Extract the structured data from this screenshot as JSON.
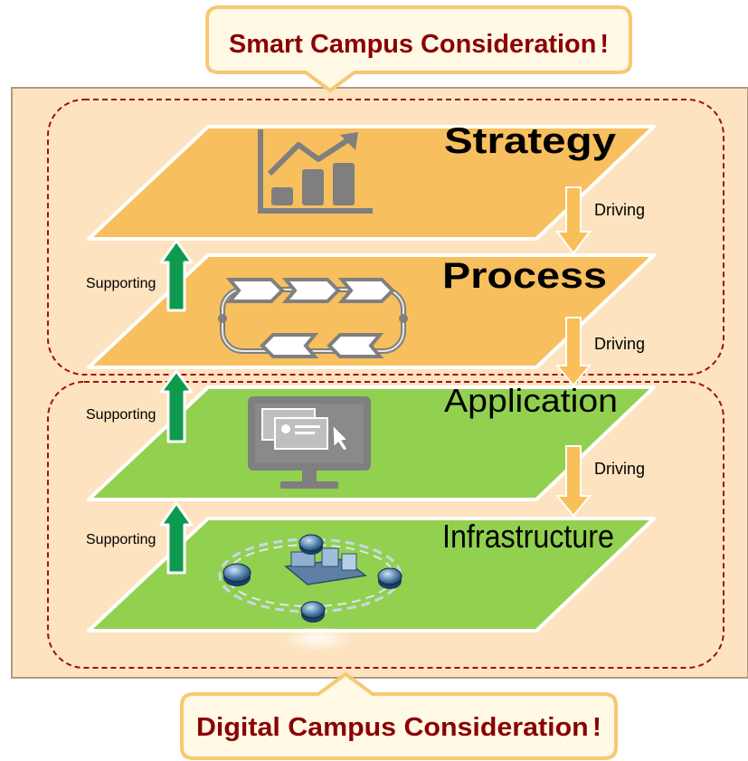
{
  "top_callout": {
    "text": "Smart Campus Consideration",
    "mark": "!"
  },
  "bottom_callout": {
    "text": "Digital Campus Consideration",
    "mark": "!"
  },
  "layers": [
    {
      "label": "Strategy",
      "color": "#F7BF5E",
      "icon": "bar-chart-trend-icon"
    },
    {
      "label": "Process",
      "color": "#F7BF5E",
      "icon": "process-cycle-icon"
    },
    {
      "label": "Application",
      "color": "#92D050",
      "icon": "monitor-application-icon"
    },
    {
      "label": "Infrastructure",
      "color": "#92D050",
      "icon": "network-infrastructure-icon"
    }
  ],
  "driving_labels": [
    "Driving",
    "Driving",
    "Driving"
  ],
  "supporting_labels": [
    "Supporting",
    "Supporting",
    "Supporting"
  ],
  "colors": {
    "panel": "#FDE3BF",
    "callout_text": "#8B0000",
    "dashed_border": "#A01010",
    "driving_arrow": "#F9BF59",
    "supporting_arrow": "#0E9A4E"
  }
}
